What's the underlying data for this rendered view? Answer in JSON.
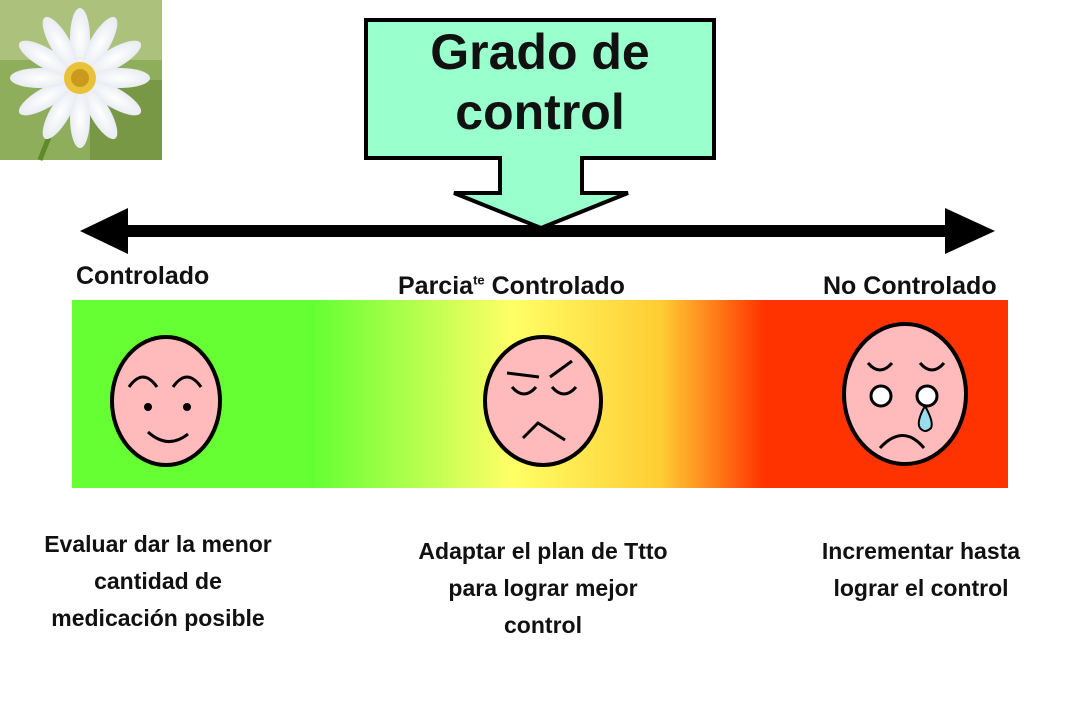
{
  "title": "Grado de control",
  "colors": {
    "callout_fill": "#99ffcc",
    "scale_green": "#66ff33",
    "scale_yellow": "#ffff66",
    "scale_red": "#ff3300",
    "face_fill": "#ffbbbb",
    "tear": "#99ddee"
  },
  "photo": {
    "icon": "daisy-flower-photo"
  },
  "levels": [
    {
      "label": "Controlado",
      "face": "happy-face-icon",
      "action": "Evaluar dar la menor cantidad de medicación posible"
    },
    {
      "label_main": "Parcia",
      "label_sup": "te",
      "label_rest": " Controlado",
      "face": "annoyed-face-icon",
      "action": "Adaptar el plan de Ttto para lograr mejor control"
    },
    {
      "label": "No Controlado",
      "face": "crying-face-icon",
      "action": "Incrementar hasta lograr el control"
    }
  ]
}
